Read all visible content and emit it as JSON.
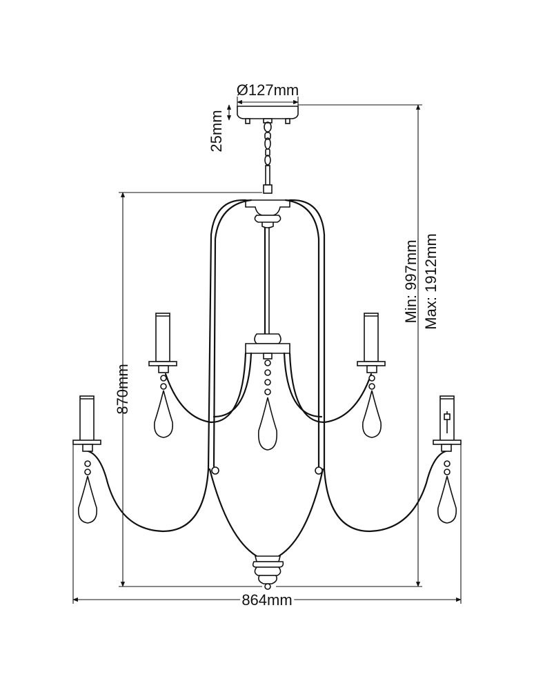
{
  "dimensions": {
    "canopy_diameter": "Ø127mm",
    "canopy_height": "25mm",
    "body_height": "870mm",
    "drop_min": "Min: 997mm",
    "drop_max": "Max: 1912mm",
    "width": "864mm"
  }
}
